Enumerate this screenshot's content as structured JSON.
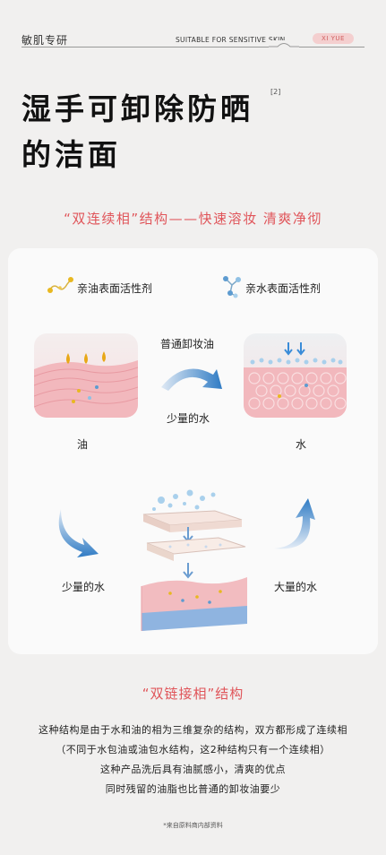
{
  "header": {
    "brand": "敏肌专研",
    "subtitle": "SUITABLE FOR SENSITIVE SKIN",
    "pill": "XI YUE"
  },
  "title": {
    "line1": "湿手可卸除防晒",
    "sup": "[2]",
    "line2": "的洁面"
  },
  "subtitle": "“双连续相”结构——快速溶妆  清爽净彻",
  "diagram": {
    "legend_oil": "亲油表面活性剂",
    "legend_water": "亲水表面活性剂",
    "arrow_top_label": "普通卸妆油",
    "arrow_bottom_label": "少量的水",
    "panel_left_caption": "油",
    "panel_right_caption": "水",
    "left_side_label": "少量的水",
    "right_side_label": "大量的水"
  },
  "section2_title": "“双链接相”结构",
  "paragraphs": [
    "这种结构是由于水和油的相为三维复杂的结构，双方都形成了连续相",
    "（不同于水包油或油包水结构，这2种结构只有一个连续相）",
    "这种产品洗后具有油腻感小，清爽的优点",
    "同时残留的油脂也比普通的卸妆油要少"
  ],
  "footnote": "*来自原料商内部资料",
  "colors": {
    "accent": "#e0555a",
    "skin_pink": "#f2b8bd",
    "arrow_blue": "#2f7bc4",
    "oil_gold": "#e8a818"
  }
}
